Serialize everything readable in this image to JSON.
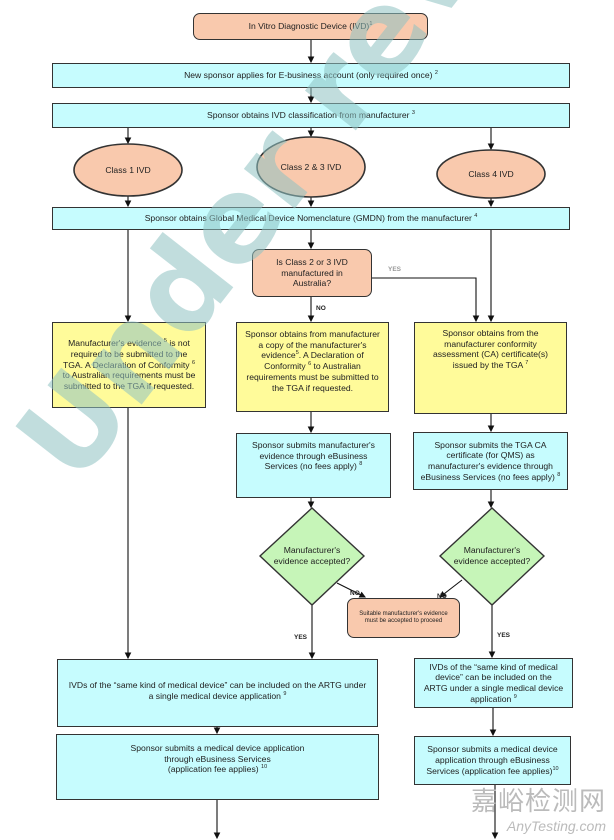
{
  "colors": {
    "process": "#c6fcfe",
    "start": "#f9c9ad",
    "note": "#fffb9a",
    "decision": "#c6f5b8",
    "watermark": "#8fc3c3"
  },
  "nodes": {
    "start": {
      "text": "In Vitro Diagnostic Device (IVD)",
      "sup": "1"
    },
    "ebusiness": {
      "text": "New sponsor applies for E-business account (only required once)",
      "sup": "2"
    },
    "classification": {
      "text": "Sponsor obtains IVD classification from manufacturer",
      "sup": "3"
    },
    "class1": {
      "text": "Class 1 IVD"
    },
    "class23": {
      "text": "Class 2 & 3 IVD"
    },
    "class4": {
      "text": "Class 4 IVD"
    },
    "gmdn": {
      "text": "Sponsor obtains Global Medical Device Nomenclature (GMDN) from the manufacturer",
      "sup": "4"
    },
    "q_australia": {
      "text": "Is Class 2 or 3 IVD manufactured in Australia?"
    },
    "class1_evidence": {
      "a": "Manufacturer's evidence",
      "sup1": "5",
      "b": "is not required to be submitted to the TGA. A Declaration of Conformity",
      "sup2": "6",
      "c": "to Australian requirements must be submitted to the TGA if requested."
    },
    "class23_evidence": {
      "a": "Sponsor obtains from manufacturer a copy of the manufacturer's evidence",
      "sup1": "5",
      "b": ". A Declaration of Conformity",
      "sup2": "6",
      "c": "to Australian requirements must be submitted to the TGA if requested."
    },
    "class4_ca": {
      "text": "Sponsor obtains from the manufacturer conformity assessment (CA) certificate(s) issued by the TGA",
      "sup": "7"
    },
    "submit_evidence_mid": {
      "text": "Sponsor submits manufacturer's evidence through eBusiness Services (no fees apply)",
      "sup": "8"
    },
    "submit_evidence_right": {
      "text": "Sponsor submits the TGA CA certificate (for QMS) as manufacturer's evidence through eBusiness Services (no fees apply)",
      "sup": "8"
    },
    "accepted_mid": {
      "text": "Manufacturer's evidence accepted?"
    },
    "accepted_right": {
      "text": "Manufacturer's evidence accepted?"
    },
    "must_accept": {
      "text": "Suitable manufacturer's evidence must be accepted to proceed"
    },
    "same_kind_left": {
      "text": "IVDs of the “same kind of medical device” can be included on the ARTG under a single medical device application",
      "sup": "9"
    },
    "same_kind_right": {
      "text": "IVDs of the “same kind of medical device” can be included on the ARTG under a single medical device application",
      "sup": "9"
    },
    "app_left": {
      "text1": "Sponsor submits a medical device application through eBusiness Services",
      "text2": "(application fee applies)",
      "sup": "10"
    },
    "app_right": {
      "text": "Sponsor submits a medical device application through eBusiness Services (application fee applies)",
      "sup": "10"
    }
  },
  "labels": {
    "yes_top": "YES",
    "no_top": "NO",
    "no_mid": "NO",
    "no_right": "NO",
    "yes_mid": "YES",
    "yes_right": "YES"
  },
  "watermark": {
    "text": "Under review"
  },
  "logo": {
    "cn": "嘉峪检测网",
    "en": "AnyTesting.com"
  }
}
